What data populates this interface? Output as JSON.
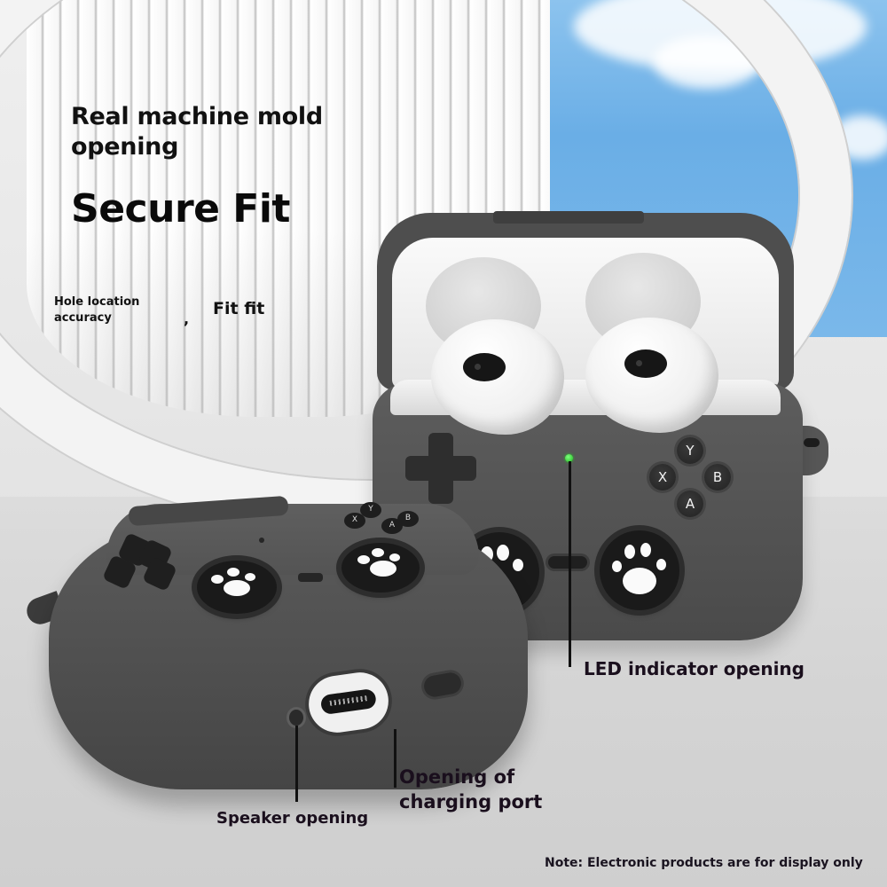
{
  "headline": {
    "line1": "Real machine mold",
    "line2": "opening",
    "big": "Secure Fit"
  },
  "features": {
    "hole_accuracy_line1": "Hole location",
    "hole_accuracy_line2": "accuracy",
    "separator": ",",
    "fit": "Fit fit"
  },
  "callouts": {
    "led": "LED indicator opening",
    "charging_line1": "Opening of",
    "charging_line2": "charging port",
    "speaker": "Speaker opening"
  },
  "note": "Note: Electronic products are for display only",
  "case_back": {
    "face_buttons": [
      "Y",
      "X",
      "B",
      "A"
    ],
    "led_color": "#2ecc40",
    "case_color": "#545454"
  },
  "case_front": {
    "mini_buttons": [
      "X",
      "Y",
      "A",
      "B"
    ],
    "case_color": "#505050"
  },
  "colors": {
    "sky": "#6aaee6",
    "text": "#111111",
    "paw": "#fafafa"
  }
}
